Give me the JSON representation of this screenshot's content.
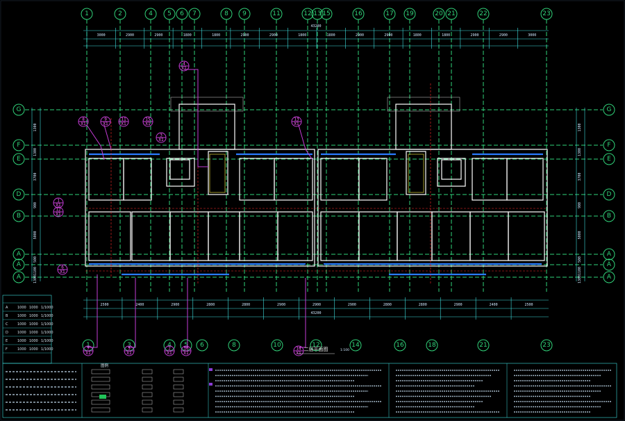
{
  "plan": {
    "title": "二层平面图",
    "scale": "1:100",
    "top_axes": [
      "1",
      "2",
      "4",
      "5",
      "6",
      "7",
      "8",
      "9",
      "11",
      "12",
      "13",
      "15",
      "16",
      "17",
      "19",
      "20",
      "21",
      "22",
      "23"
    ],
    "bottom_axes": [
      "1",
      "3",
      "4",
      "5",
      "6",
      "8",
      "10",
      "12",
      "14",
      "16",
      "18",
      "21",
      "23"
    ],
    "row_axes": [
      "G",
      "F",
      "E",
      "D",
      "B",
      "A",
      "A",
      "A"
    ],
    "overall_dims": [
      "43200",
      "43200"
    ],
    "top_dims": [
      "3000",
      "2900",
      "2900",
      "1800",
      "1800",
      "2900",
      "2900",
      "1800",
      "1800",
      "2900",
      "2900",
      "1800",
      "1800",
      "2900",
      "2900",
      "3000"
    ],
    "bottom_dims": [
      "2500",
      "2400",
      "2900",
      "2800",
      "2800",
      "2900",
      "2900",
      "2900",
      "2800",
      "2800",
      "2900",
      "2400",
      "2500"
    ],
    "side_dims": [
      "1300",
      "1300",
      "3700",
      "900",
      "5000",
      "500",
      "1100",
      "1300"
    ],
    "callouts": [
      {
        "num": "4",
        "sheet": "X1"
      },
      {
        "num": "8",
        "sheet": "X1"
      },
      {
        "num": "9",
        "sheet": "X1"
      },
      {
        "num": "11",
        "sheet": "X1"
      },
      {
        "num": "15",
        "sheet": "X1"
      },
      {
        "num": "3",
        "sheet": "X1"
      },
      {
        "num": "13",
        "sheet": "X1"
      },
      {
        "num": "1",
        "sheet": "X1"
      },
      {
        "num": "12",
        "sheet": "X1"
      },
      {
        "num": "6",
        "sheet": "X1"
      },
      {
        "num": "7",
        "sheet": "X1"
      },
      {
        "num": "5",
        "sheet": "X1"
      },
      {
        "num": "2",
        "sheet": "X1"
      },
      {
        "num": "10",
        "sheet": "X1"
      },
      {
        "num": "14",
        "sheet": "X1"
      }
    ]
  },
  "area_table": {
    "rows": [
      [
        "",
        "",
        "",
        ""
      ],
      [
        "A",
        "1000",
        "1000",
        "1/1000"
      ],
      [
        "B",
        "1000",
        "1000",
        "1/1000"
      ],
      [
        "C",
        "1000",
        "1000",
        "1/1000"
      ],
      [
        "D",
        "1000",
        "1000",
        "1/1000"
      ],
      [
        "E",
        "1000",
        "1000",
        "1/1000"
      ],
      [
        "F",
        "1000",
        "1000",
        "1/1000"
      ]
    ]
  },
  "legend": {
    "header": "图例",
    "rows": [
      [
        "",
        "",
        "",
        ""
      ],
      [
        "",
        "",
        "",
        ""
      ],
      [
        "",
        "",
        "",
        ""
      ],
      [
        "",
        "",
        "",
        ""
      ],
      [
        "",
        "",
        "",
        ""
      ]
    ]
  },
  "colors": {
    "background": "#000000",
    "axis": "#31d37a",
    "dimension": "#3fe0e0",
    "wall": "#ffffff",
    "callout": "#c43cd6",
    "window": "#2a7bff",
    "hidden_line": "#ff2b2b"
  }
}
